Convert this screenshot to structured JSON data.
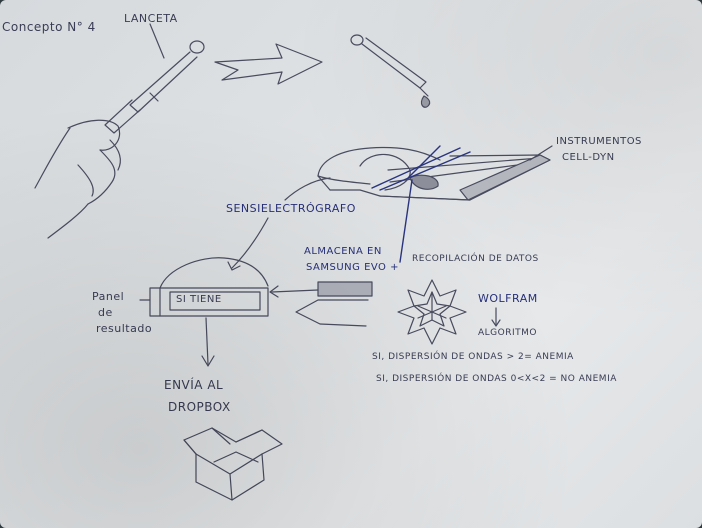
{
  "sketch": {
    "concept_title": "Concepto N° 4",
    "lanceta_label": "Lanceta",
    "instruments_label_line1": "Instrumentos",
    "instruments_label_line2": "Cell-Dyn",
    "sensor_label": "Sensielectrógrafo",
    "storage_label_line1": "Almacena en",
    "storage_label_line2": "Samsung EVO +",
    "data_collection_label": "Recopilación de datos",
    "panel_label_line1": "Panel",
    "panel_label_line2": "de",
    "panel_label_line3": "resultado",
    "panel_display_text": "Si tiene",
    "wolfram_label": "Wolfram",
    "algorithm_label": "Algoritmo",
    "dropbox_label_line1": "Envía al",
    "dropbox_label_line2": "Dropbox",
    "rule_1": "Si, Dispersión de ondas > 2= Anemia",
    "rule_2": "Si, Dispersión de ondas 0<x<2 = No anemia"
  }
}
